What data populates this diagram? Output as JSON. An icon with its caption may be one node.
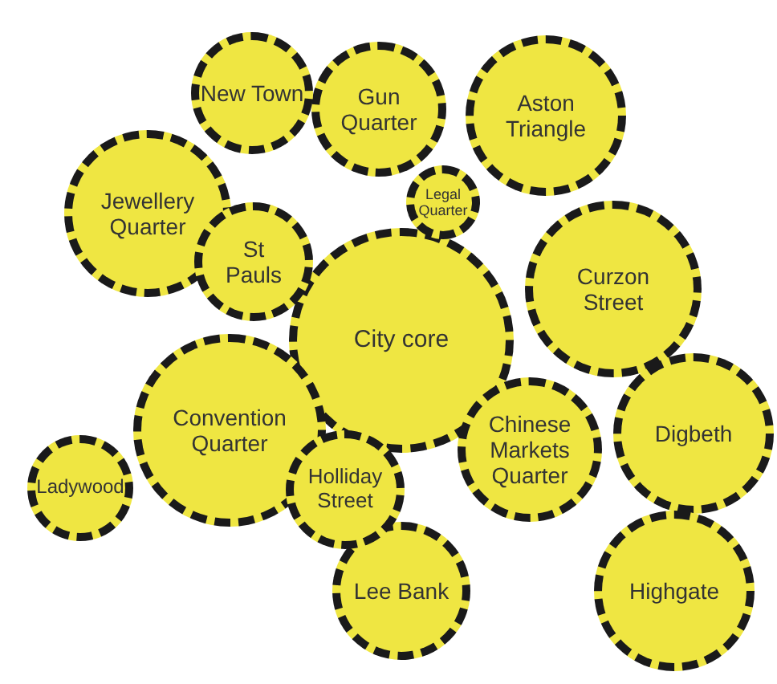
{
  "diagram": {
    "nodes": [
      {
        "text": [
          "New Town"
        ]
      },
      {
        "text": [
          "Gun Quarter"
        ]
      },
      {
        "text": [
          "Aston Triangle"
        ]
      },
      {
        "text": [
          "Jewellery Quarter"
        ]
      },
      {
        "text": [
          "Legal Quarter"
        ]
      },
      {
        "text": [
          "St Pauls"
        ]
      },
      {
        "text": [
          "Curzon Street"
        ]
      },
      {
        "text": [
          "City core"
        ]
      },
      {
        "text": [
          "Convention Quarter"
        ]
      },
      {
        "text": [
          "Chinese Markets Quarter"
        ]
      },
      {
        "text": [
          "Digbeth"
        ]
      },
      {
        "text": [
          "Ladywood"
        ]
      },
      {
        "text": [
          "Holliday Street"
        ]
      },
      {
        "text": [
          "Lee Bank"
        ]
      },
      {
        "text": [
          "Highgate"
        ]
      }
    ]
  }
}
